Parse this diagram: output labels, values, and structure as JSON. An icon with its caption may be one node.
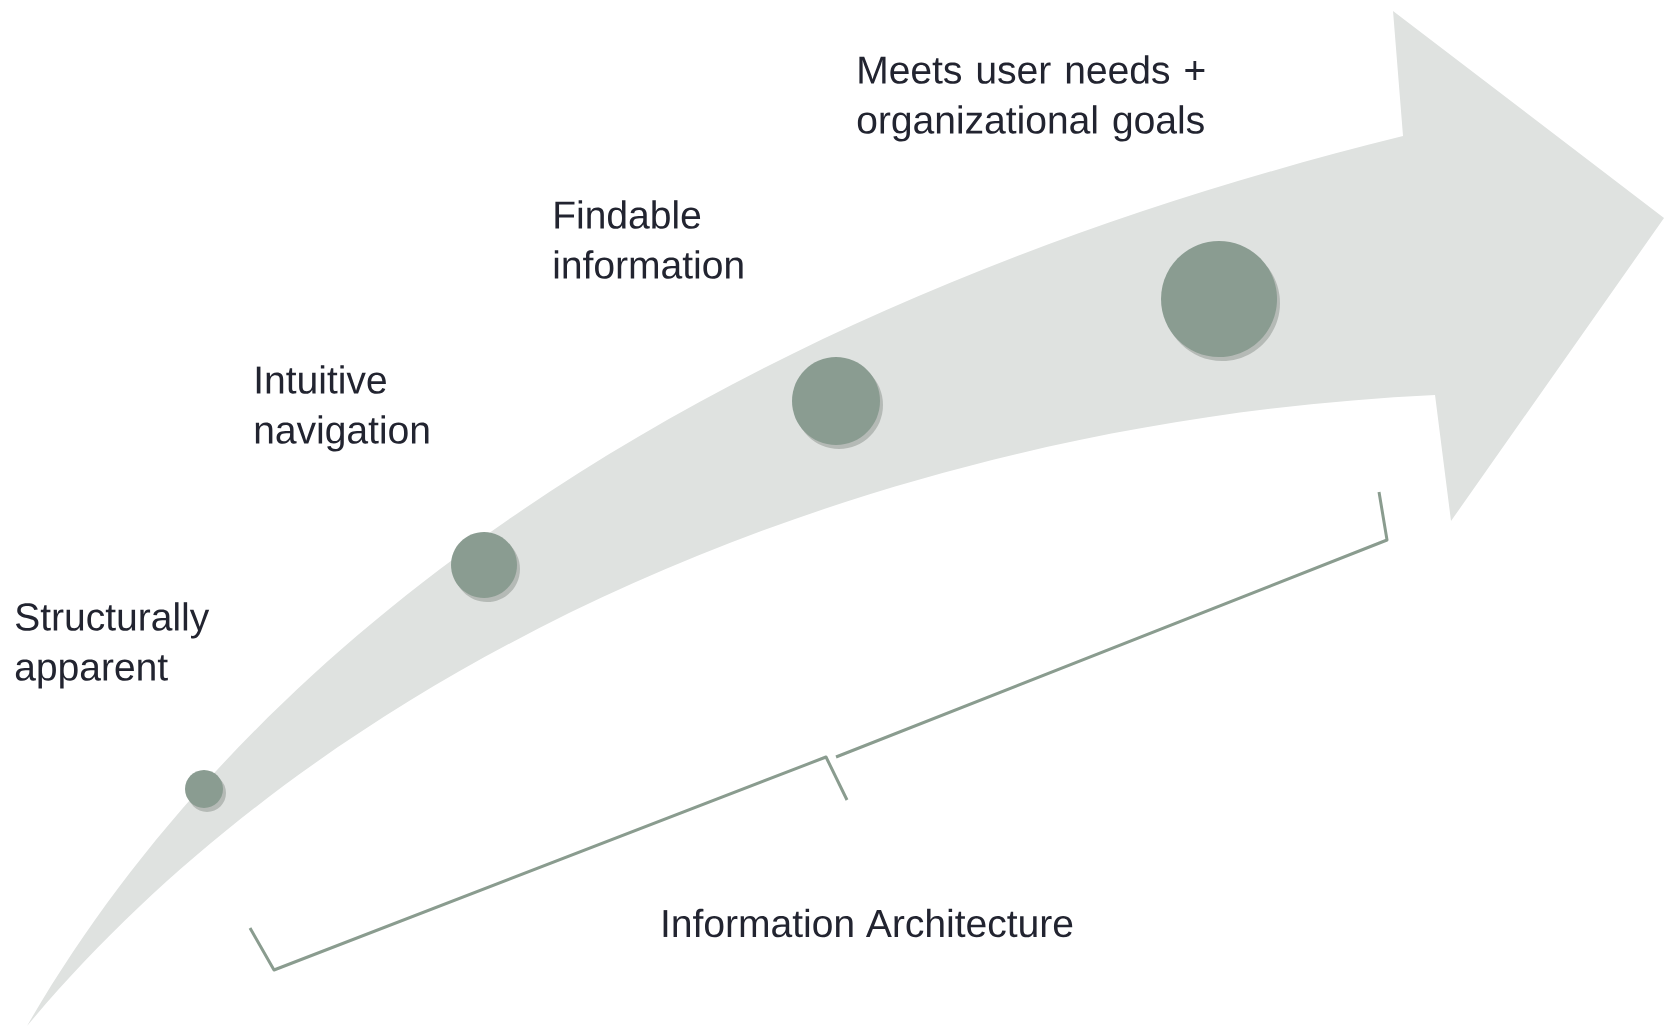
{
  "diagram": {
    "nodes": [
      {
        "text": [],
        "shape": "circle",
        "beside": [
          "Structurally apparent"
        ]
      },
      {
        "text": [],
        "shape": "circle",
        "beside": [
          "Intuitive navigation"
        ]
      },
      {
        "text": [],
        "shape": "circle",
        "beside": [
          "Findable information"
        ]
      },
      {
        "text": [],
        "shape": "circle",
        "beside": [
          "Meets user needs + organizational goals"
        ]
      }
    ],
    "labels": [
      "Information Architecture"
    ]
  }
}
